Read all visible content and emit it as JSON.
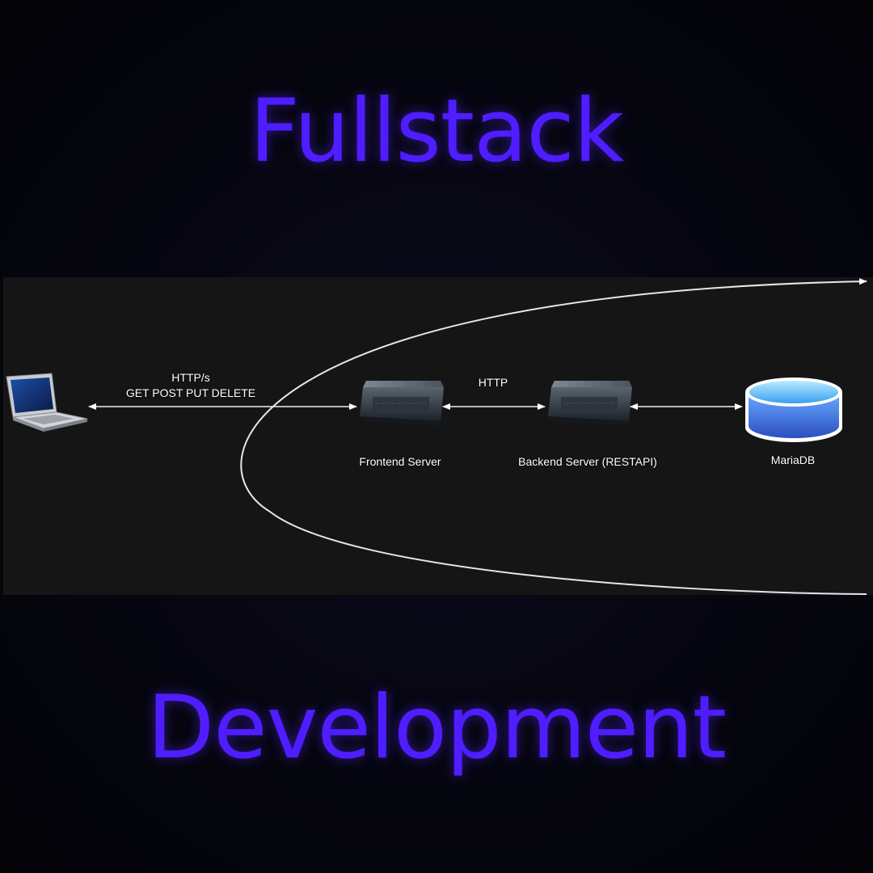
{
  "colors": {
    "headline": "#4f1dff",
    "panel": "#151515",
    "line": "#ffffff",
    "db_fill": "#3b6fd6",
    "db_top": "#8ed6ff"
  },
  "title": {
    "top": "Fullstack",
    "bottom": "Development"
  },
  "diagram": {
    "nodes": {
      "client": {
        "icon": "laptop-icon"
      },
      "frontend": {
        "icon": "server-icon",
        "label": "Frontend Server"
      },
      "backend": {
        "icon": "server-icon",
        "label": "Backend Server (RESTAPI)"
      },
      "database": {
        "icon": "database-icon",
        "label": "MariaDB"
      }
    },
    "edges": {
      "client_frontend": {
        "protocol": "HTTP/s",
        "methods": "GET POST PUT DELETE"
      },
      "frontend_backend": {
        "protocol": "HTTP"
      },
      "backend_database": {}
    }
  }
}
